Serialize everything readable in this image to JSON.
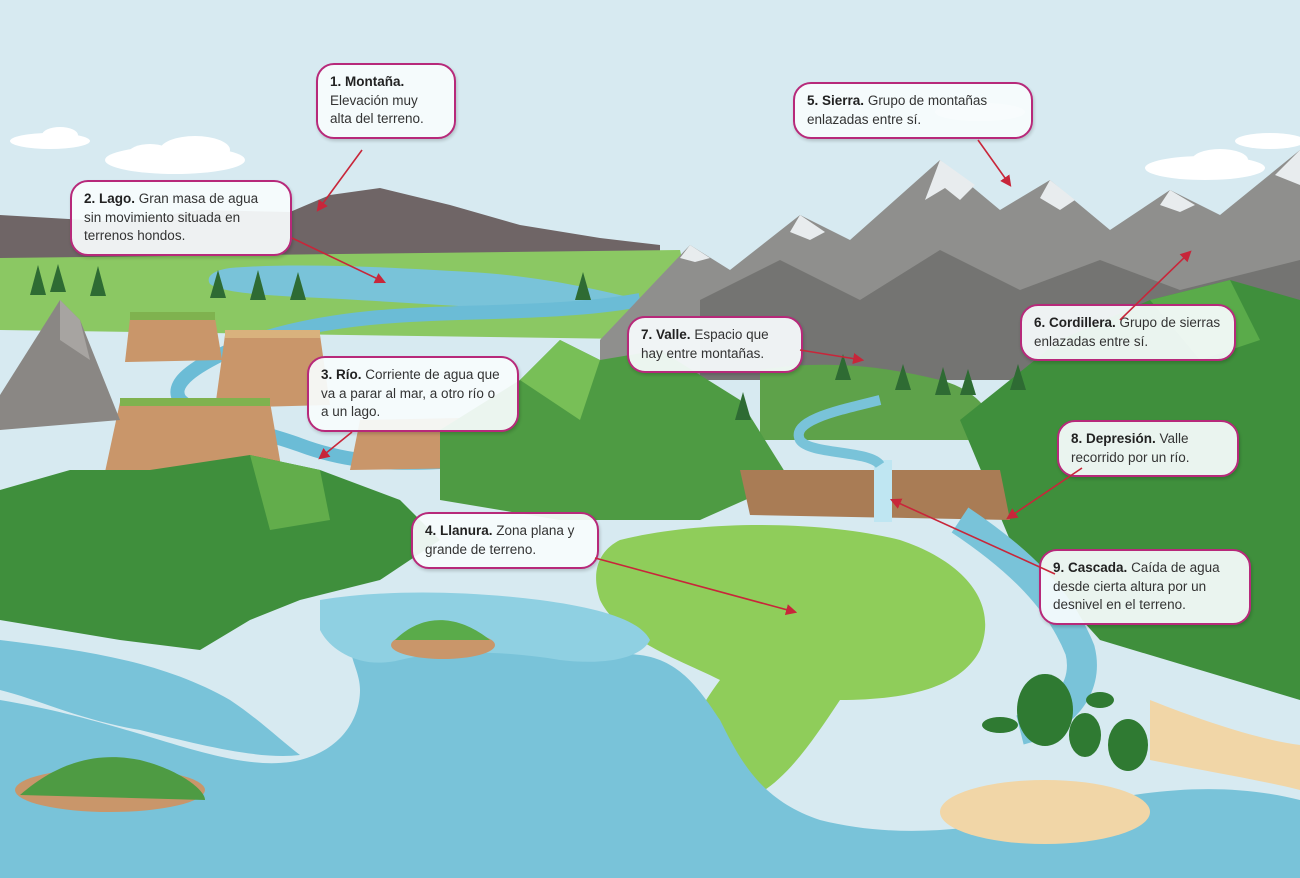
{
  "colors": {
    "sky": "#d7eaf1",
    "water": "#79c3d9",
    "water_dark": "#4aa6c4",
    "grass_light": "#8fcd5a",
    "grass_dark": "#3f8f3c",
    "mountain_gray": "#8f8f8d",
    "mountain_snow": "#e8ecee",
    "cliff": "#c9966a",
    "sand": "#f1d6a7",
    "label_border": "#b7297a",
    "arrow": "#c8263a"
  },
  "labels": [
    {
      "id": "montana",
      "term": "1. Montaña.",
      "text": "Elevación muy alta del terreno."
    },
    {
      "id": "lago",
      "term": "2. Lago.",
      "text": "Gran masa de agua sin movimiento situada en terrenos hondos."
    },
    {
      "id": "rio",
      "term": "3. Río.",
      "text": "Corriente de agua que va a parar al mar, a otro río o a un lago."
    },
    {
      "id": "llanura",
      "term": "4. Llanura.",
      "text": "Zona plana y grande de terreno."
    },
    {
      "id": "sierra",
      "term": "5. Sierra.",
      "text": "Grupo de montañas enlazadas entre sí."
    },
    {
      "id": "cordillera",
      "term": "6. Cordillera.",
      "text": "Grupo de sierras enlazadas entre sí."
    },
    {
      "id": "valle",
      "term": "7. Valle.",
      "text": "Espacio que hay entre montañas."
    },
    {
      "id": "depresion",
      "term": "8. Depresión.",
      "text": "Valle recorrido por un río."
    },
    {
      "id": "cascada",
      "term": "9. Cascada.",
      "text": "Caída de agua desde cierta altura por un desnivel en el terreno."
    }
  ]
}
